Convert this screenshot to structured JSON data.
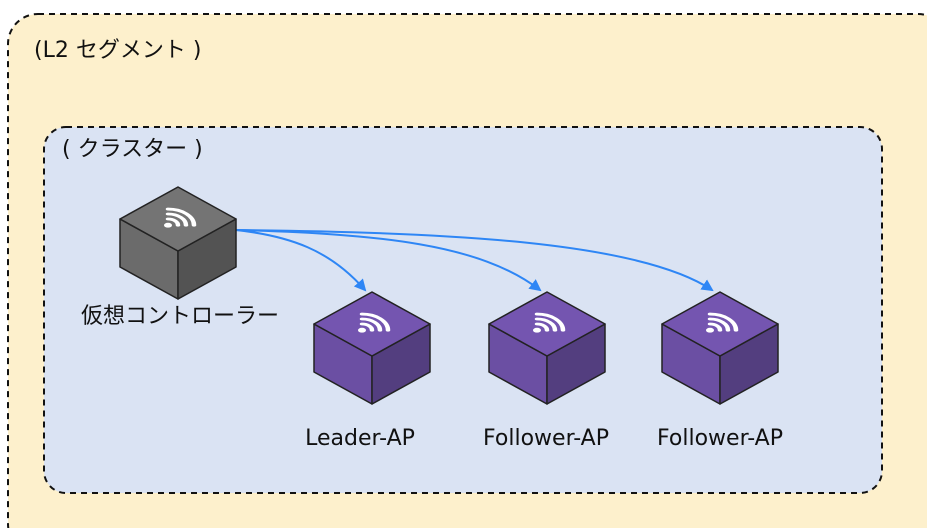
{
  "segment": {
    "label": "(L2 セグメント )"
  },
  "cluster": {
    "label": "( クラスター )"
  },
  "devices": [
    {
      "id": "controller",
      "label": "仮想コントローラー",
      "color": "#6b6b6b",
      "icon": "wifi-router-icon"
    },
    {
      "id": "leader",
      "label": "Leader-AP",
      "color": "#6b4fa3",
      "icon": "wifi-router-icon"
    },
    {
      "id": "follower1",
      "label": "Follower-AP",
      "color": "#6b4fa3",
      "icon": "wifi-router-icon"
    },
    {
      "id": "follower2",
      "label": "Follower-AP",
      "color": "#6b4fa3",
      "icon": "wifi-router-icon"
    }
  ],
  "connections": [
    {
      "from": "controller",
      "to": "leader"
    },
    {
      "from": "controller",
      "to": "follower1"
    },
    {
      "from": "controller",
      "to": "follower2"
    }
  ],
  "colors": {
    "segment_fill": "#fdf0cc",
    "cluster_fill": "#dae3f3",
    "arrow": "#2e86f5",
    "border": "#111111"
  }
}
